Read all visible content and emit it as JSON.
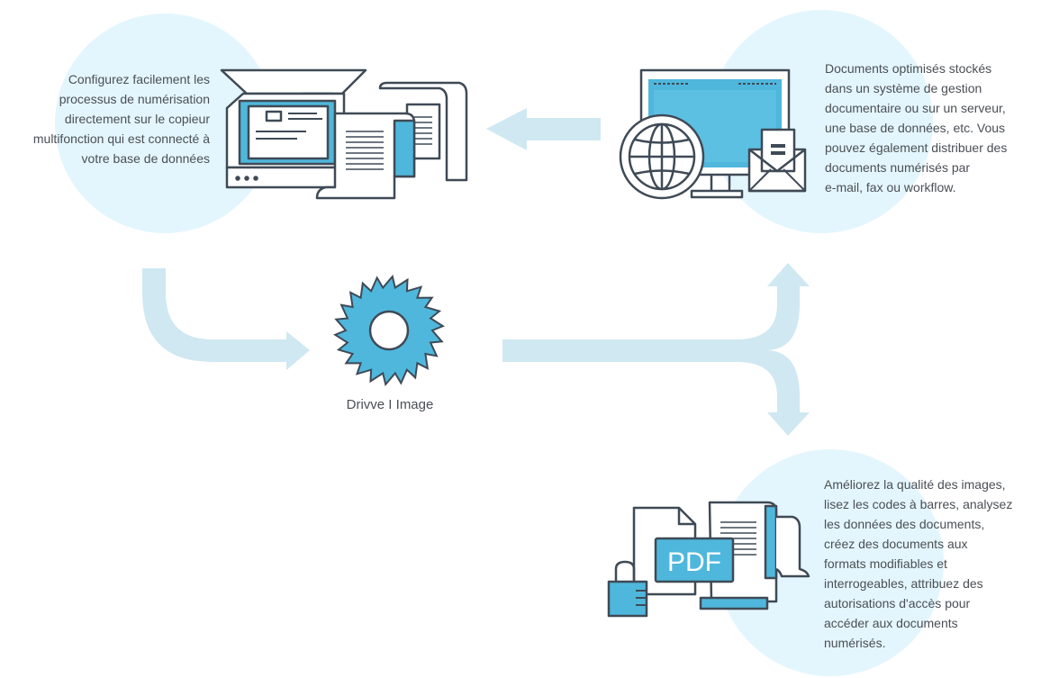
{
  "steps": {
    "capture": {
      "lines": [
        "Configurez facilement les",
        "processus de numérisation",
        "directement sur le copieur",
        "multifonction qui est connecté à",
        "votre base de données"
      ]
    },
    "distribute": {
      "lines": [
        "Documents optimisés stockés",
        "dans un système de gestion",
        "documentaire ou sur un serveur,",
        "une base de données, etc. Vous",
        "pouvez également distribuer des",
        "documents numérisés par",
        "e-mail, fax ou workflow."
      ]
    },
    "process": {
      "lines": [
        "Améliorez la qualité des images,",
        "lisez les codes à barres, analysez",
        "les données des documents,",
        "créez des documents aux",
        "formats modifiables et",
        "interrogeables, attribuez des",
        "autorisations d'accès pour",
        "accéder aux documents",
        "numérisés."
      ]
    },
    "engine": {
      "label": "Drivve I Image"
    }
  },
  "icons": {
    "scanner": "scanner-icon",
    "computer": "computer-globe-mail-icon",
    "gear": "gear-icon",
    "pdf": "pdf-lock-documents-icon",
    "pdf_label": "PDF"
  },
  "colors": {
    "circle": "#e4f6fd",
    "arrow": "#cfe8f2",
    "accent": "#4fb7dc",
    "stroke": "#3f4a56"
  }
}
